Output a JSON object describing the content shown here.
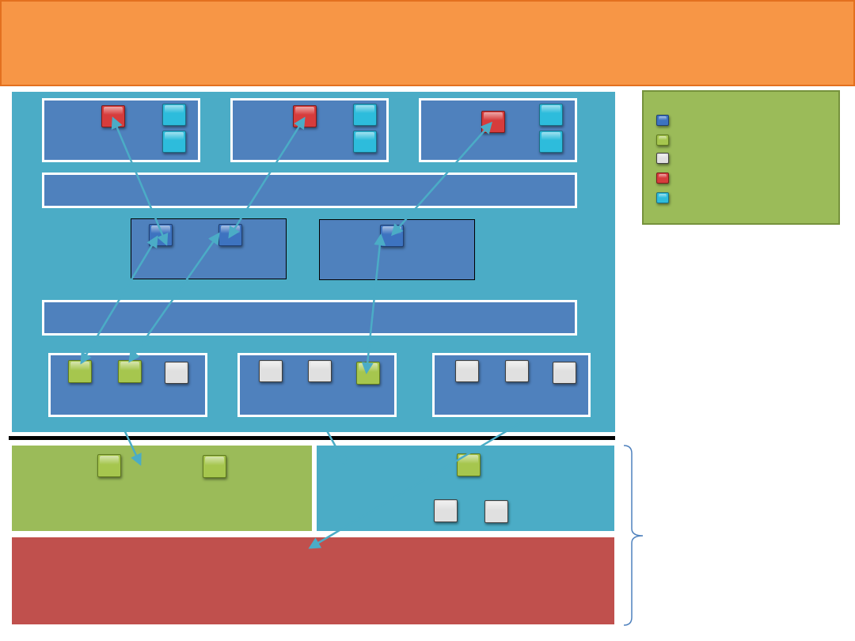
{
  "colors": {
    "header": "#f79646",
    "main_panel": "#4bacc6",
    "box": "#4f81bd",
    "legend_bg": "#9bbb59",
    "green_area": "#9bbb59",
    "cyan_area": "#4bacc6",
    "red_area": "#c0504d",
    "arrow": "#4bacc6"
  },
  "legend": {
    "items": [
      {
        "icon": "blue-square-icon",
        "label": ""
      },
      {
        "icon": "green-square-icon",
        "label": ""
      },
      {
        "icon": "white-square-icon",
        "label": ""
      },
      {
        "icon": "red-square-icon",
        "label": ""
      },
      {
        "icon": "cyan-square-icon",
        "label": ""
      }
    ]
  },
  "top_groups": [
    {
      "icons": [
        "red-square-icon",
        "cyan-square-icon",
        "cyan-square-icon"
      ]
    },
    {
      "icons": [
        "red-square-icon",
        "cyan-square-icon",
        "cyan-square-icon"
      ]
    },
    {
      "icons": [
        "red-square-icon",
        "cyan-square-icon",
        "cyan-square-icon"
      ]
    }
  ],
  "middle_groups": [
    {
      "icons": [
        "blue-square-icon",
        "blue-square-icon"
      ]
    },
    {
      "icons": [
        "blue-square-icon"
      ]
    }
  ],
  "bottom_groups": [
    {
      "icons": [
        "green-square-icon",
        "green-square-icon",
        "white-square-icon"
      ]
    },
    {
      "icons": [
        "white-square-icon",
        "white-square-icon",
        "green-square-icon"
      ]
    },
    {
      "icons": [
        "white-square-icon",
        "white-square-icon",
        "white-square-icon"
      ]
    }
  ],
  "lower_areas": [
    {
      "name": "green-area",
      "icons": [
        "green-square-icon",
        "green-square-icon"
      ]
    },
    {
      "name": "cyan-area",
      "icons": [
        "green-square-icon",
        "white-square-icon",
        "white-square-icon"
      ]
    },
    {
      "name": "red-area",
      "icons": []
    }
  ]
}
